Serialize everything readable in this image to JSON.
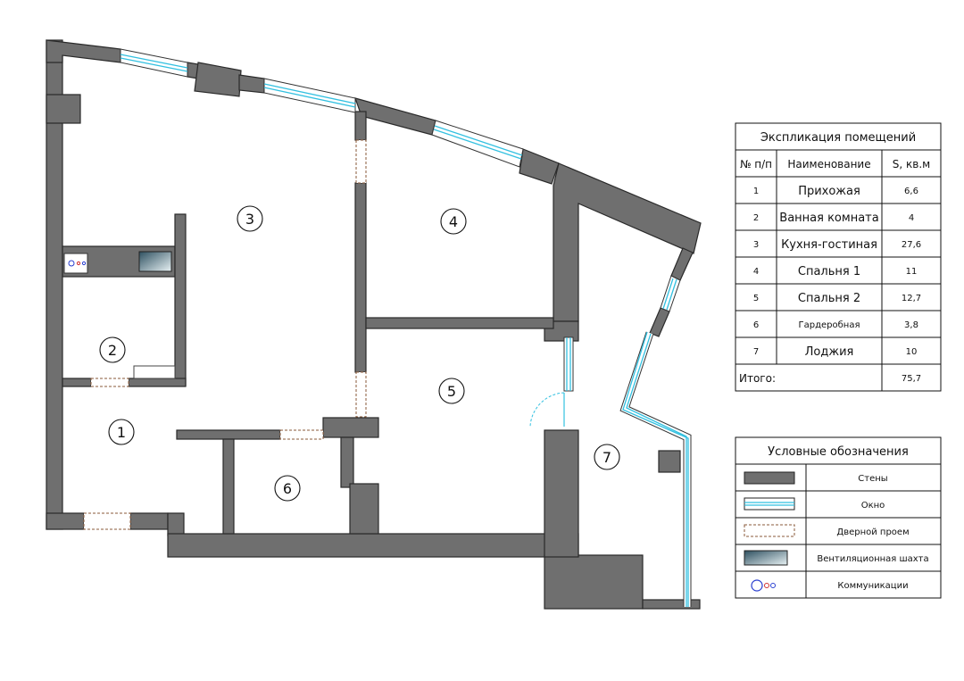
{
  "rooms": [
    {
      "num": "1"
    },
    {
      "num": "2"
    },
    {
      "num": "3"
    },
    {
      "num": "4"
    },
    {
      "num": "5"
    },
    {
      "num": "6"
    },
    {
      "num": "7"
    }
  ],
  "explication": {
    "title": "Экспликация помещений",
    "headers": [
      "№ п/п",
      "Наименование",
      "S, кв.м"
    ],
    "rows": [
      {
        "n": "1",
        "name": "Прихожая",
        "area": "6,6"
      },
      {
        "n": "2",
        "name": "Ванная комната",
        "area": "4"
      },
      {
        "n": "3",
        "name": "Кухня-гостиная",
        "area": "27,6"
      },
      {
        "n": "4",
        "name": "Спальня 1",
        "area": "11"
      },
      {
        "n": "5",
        "name": "Спальня 2",
        "area": "12,7"
      },
      {
        "n": "6",
        "name": "Гардеробная",
        "area": "3,8"
      },
      {
        "n": "7",
        "name": "Лоджия",
        "area": "10"
      }
    ],
    "total_label": "Итого:",
    "total_value": "75,7"
  },
  "legend": {
    "title": "Условные обозначения",
    "items": [
      {
        "key": "wall",
        "label": "Стены"
      },
      {
        "key": "window",
        "label": "Окно"
      },
      {
        "key": "door",
        "label": "Дверной проем"
      },
      {
        "key": "vent",
        "label": "Вентиляционная шахта"
      },
      {
        "key": "comm",
        "label": "Коммуникации"
      }
    ]
  },
  "colors": {
    "wall": "#6f6f6f",
    "window_glass": "#32c0e0",
    "door": "#8a5a3a",
    "comm_blue": "#2a3fd0",
    "comm_red": "#d03030"
  }
}
